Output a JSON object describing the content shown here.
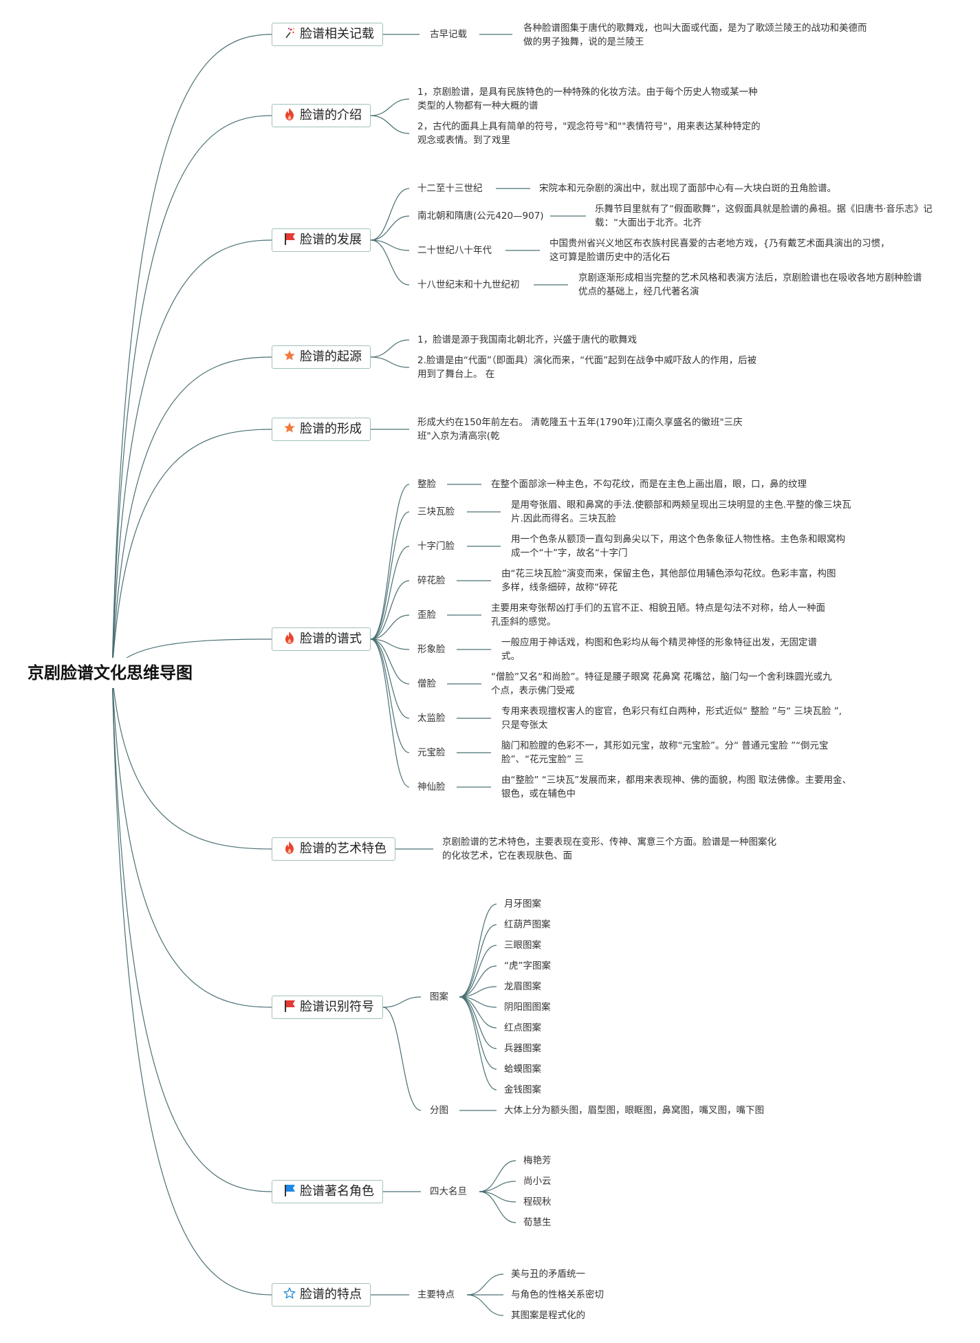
{
  "root": {
    "title": "京剧脸谱文化思维导图"
  },
  "topics": [
    {
      "label": "脸谱相关记载",
      "icon": "sparkle-icon"
    },
    {
      "label": "脸谱的介绍",
      "icon": "fire-icon"
    },
    {
      "label": "脸谱的发展",
      "icon": "red-flag-icon"
    },
    {
      "label": "脸谱的起源",
      "icon": "orange-star-icon"
    },
    {
      "label": "脸谱的形成",
      "icon": "orange-star-icon"
    },
    {
      "label": "脸谱的谱式",
      "icon": "fire-icon"
    },
    {
      "label": "脸谱的艺术特色",
      "icon": "fire-icon"
    },
    {
      "label": "脸谱识别符号",
      "icon": "red-flag-icon"
    },
    {
      "label": "脸谱著名角色",
      "icon": "blue-flag-icon"
    },
    {
      "label": "脸谱的特点",
      "icon": "outline-star-icon"
    }
  ],
  "records": {
    "label": "古早记载",
    "text": "各种脸谱图集于唐代的歌舞戏，也叫大面或代面，是为了歌颂兰陵王的战功和美德而做的男子独舞，说的是兰陵王"
  },
  "intro": {
    "items": [
      "1，京剧脸谱，是具有民族特色的一种特殊的化妆方法。由于每个历史人物或某一种类型的人物都有一种大概的谱",
      "2，古代的面具上具有简单的符号，\"观念符号\"和\"\"表情符号\"，用来表达某种特定的观念或表情。到了戏里"
    ]
  },
  "development": [
    {
      "label": "十二至十三世纪",
      "text": "宋院本和元杂剧的演出中，就出现了面部中心有—大块白斑的丑角脸谱。"
    },
    {
      "label": "南北朝和隋唐(公元420—907)",
      "text": "乐舞节目里就有了“假面歌舞”，这假面具就是脸谱的鼻祖。据《旧唐书·音乐志》记载：“大面出于北齐。北齐"
    },
    {
      "label": "二十世纪八十年代",
      "text": "中国贵州省兴义地区布衣族村民喜爱的古老地方戏，{乃有戴艺术面具演出的习惯，这可算是脸谱历史中的活化石"
    },
    {
      "label": "十八世纪末和十九世纪初",
      "text": "京剧逐渐形成相当完整的艺术风格和表演方法后，京剧脸谱也在吸收各地方剧种脸谱优点的基础上，经几代著名演"
    }
  ],
  "origin": {
    "items": [
      "1，脸谱是源于我国南北朝北齐，兴盛于唐代的歌舞戏",
      "2.脸谱是由“代面”（即面具）演化而来，“代面”起到在战争中威吓敌人的作用，后被用到了舞台上。 在"
    ]
  },
  "formation": {
    "text": "形成大约在150年前左右。 清乾隆五十五年(1790年)江南久享盛名的徽班\"三庆班\"入京为清高宗(乾"
  },
  "styles": [
    {
      "label": "整脸",
      "text": "在整个面部涂一种主色，不勾花纹，而是在主色上画出眉，眼，口，鼻的纹理"
    },
    {
      "label": "三块瓦脸",
      "text": "是用夸张眉、眼和鼻窝的手法.使额部和两颊呈现出三块明显的主色.平整的像三块瓦片.因此而得名。三块瓦脸"
    },
    {
      "label": "十字门脸",
      "text": "用一个色条从额顶一直勾到鼻尖以下，用这个色条象征人物性格。主色条和眼窝构成一个“十”字，故名“十字门"
    },
    {
      "label": "碎花脸",
      "text": "由“花三块瓦脸”演变而来，保留主色，其他部位用辅色添勾花纹。色彩丰富，构图多样，线条细碎，故称“碎花"
    },
    {
      "label": "歪脸",
      "text": "主要用来夸张帮凶打手们的五官不正、相貌丑陋。特点是勾法不对称，给人一种面孔歪斜的感觉。"
    },
    {
      "label": "形象脸",
      "text": "一般应用于神话戏，构图和色彩均从每个精灵神怪的形象特征出发，无固定谱式。"
    },
    {
      "label": "僧脸",
      "text": "“僧脸”又名“和尚脸”。特征是腰子眼窝 花鼻窝 花嘴岔，脑门勾一个舍利珠圆光或九个点，表示佛门受戒"
    },
    {
      "label": "太监脸",
      "text": "专用来表现擅权害人的宦官，色彩只有红白两种，形式近似“ 整脸 ”与“ 三块瓦脸 ”, 只是夸张太"
    },
    {
      "label": "元宝脸",
      "text": "脑门和脸膛的色彩不一，其形如元宝，故称“元宝脸”。分“ 普通元宝脸 ”“倒元宝脸”、“花元宝脸” 三"
    },
    {
      "label": "神仙脸",
      "text": "由“整脸” “三块瓦”发展而来，都用来表现神、佛的面貌，构图 取法佛像。主要用金、银色，或在辅色中"
    }
  ],
  "art": {
    "text": "京剧脸谱的艺术特色，主要表现在变形、传神、寓意三个方面。脸谱是一种图案化的化妆艺术，它在表现肤色、面"
  },
  "symbols": {
    "pattern_label": "图案",
    "patterns": [
      "月牙图案",
      "红葫芦图案",
      "三眼图案",
      "“虎”字图案",
      "龙眉图案",
      "阴阳图图案",
      "红点图案",
      "兵器图案",
      "蛤蟆图案",
      "金钱图案"
    ],
    "part_label": "分图",
    "part_text": "大体上分为额头图，眉型图，眼眶图，鼻窝图，嘴叉图，嘴下图"
  },
  "roles": {
    "label": "四大名旦",
    "items": [
      "梅艳芳",
      "尚小云",
      "程砚秋",
      "荀慧生"
    ]
  },
  "features": {
    "label": "主要特点",
    "items": [
      "美与丑的矛盾统一",
      "与角色的性格关系密切",
      "其图案是程式化的"
    ]
  },
  "colors": {
    "line": "#4a6f73",
    "topic_border": "#9fc0bb",
    "fire": "#e8432f",
    "flag_red": "#e53935",
    "flag_blue": "#1e88e5",
    "star_orange": "#ef7a3d",
    "star_outline": "#2c8fd6"
  }
}
